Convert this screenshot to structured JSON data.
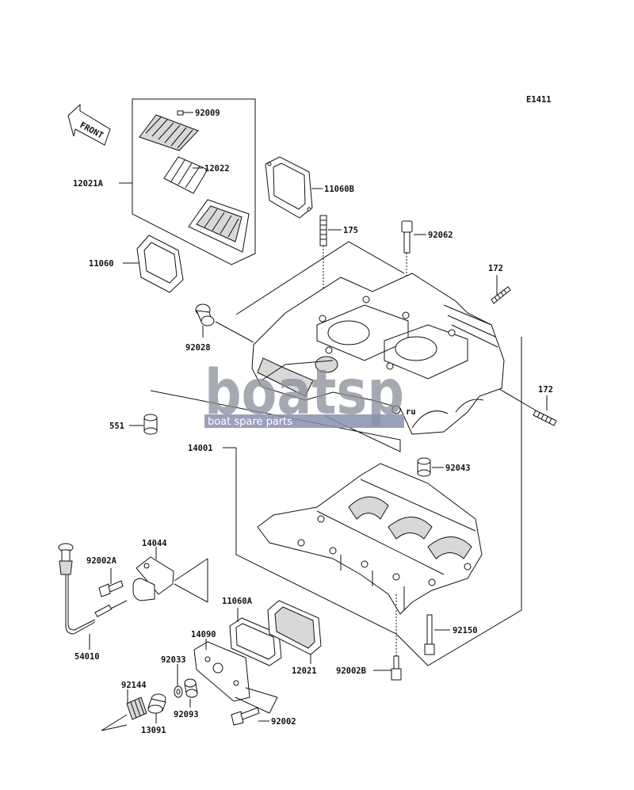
{
  "diagram_code": "E1411",
  "front_marker": "FRONT",
  "watermark": {
    "brand": "boatsp",
    "suffix": "ru",
    "tagline": "boat spare parts",
    "brand_color": "#8a8d99",
    "band_color": "#8a8fb0"
  },
  "labels": {
    "p92009": "92009",
    "p12022": "12022",
    "p12021A": "12021A",
    "p11060B": "11060B",
    "p175": "175",
    "p92062": "92062",
    "p11060": "11060",
    "p172a": "172",
    "p92028": "92028",
    "p172b": "172",
    "p551": "551",
    "p14001": "14001",
    "p92043": "92043",
    "p14044": "14044",
    "p92002A": "92002A",
    "p11060A": "11060A",
    "p14090": "14090",
    "p92150": "92150",
    "p54010": "54010",
    "p92033": "92033",
    "p12021": "12021",
    "p92002B": "92002B",
    "p92144": "92144",
    "p92093": "92093",
    "p92002": "92002",
    "p13091": "13091"
  }
}
